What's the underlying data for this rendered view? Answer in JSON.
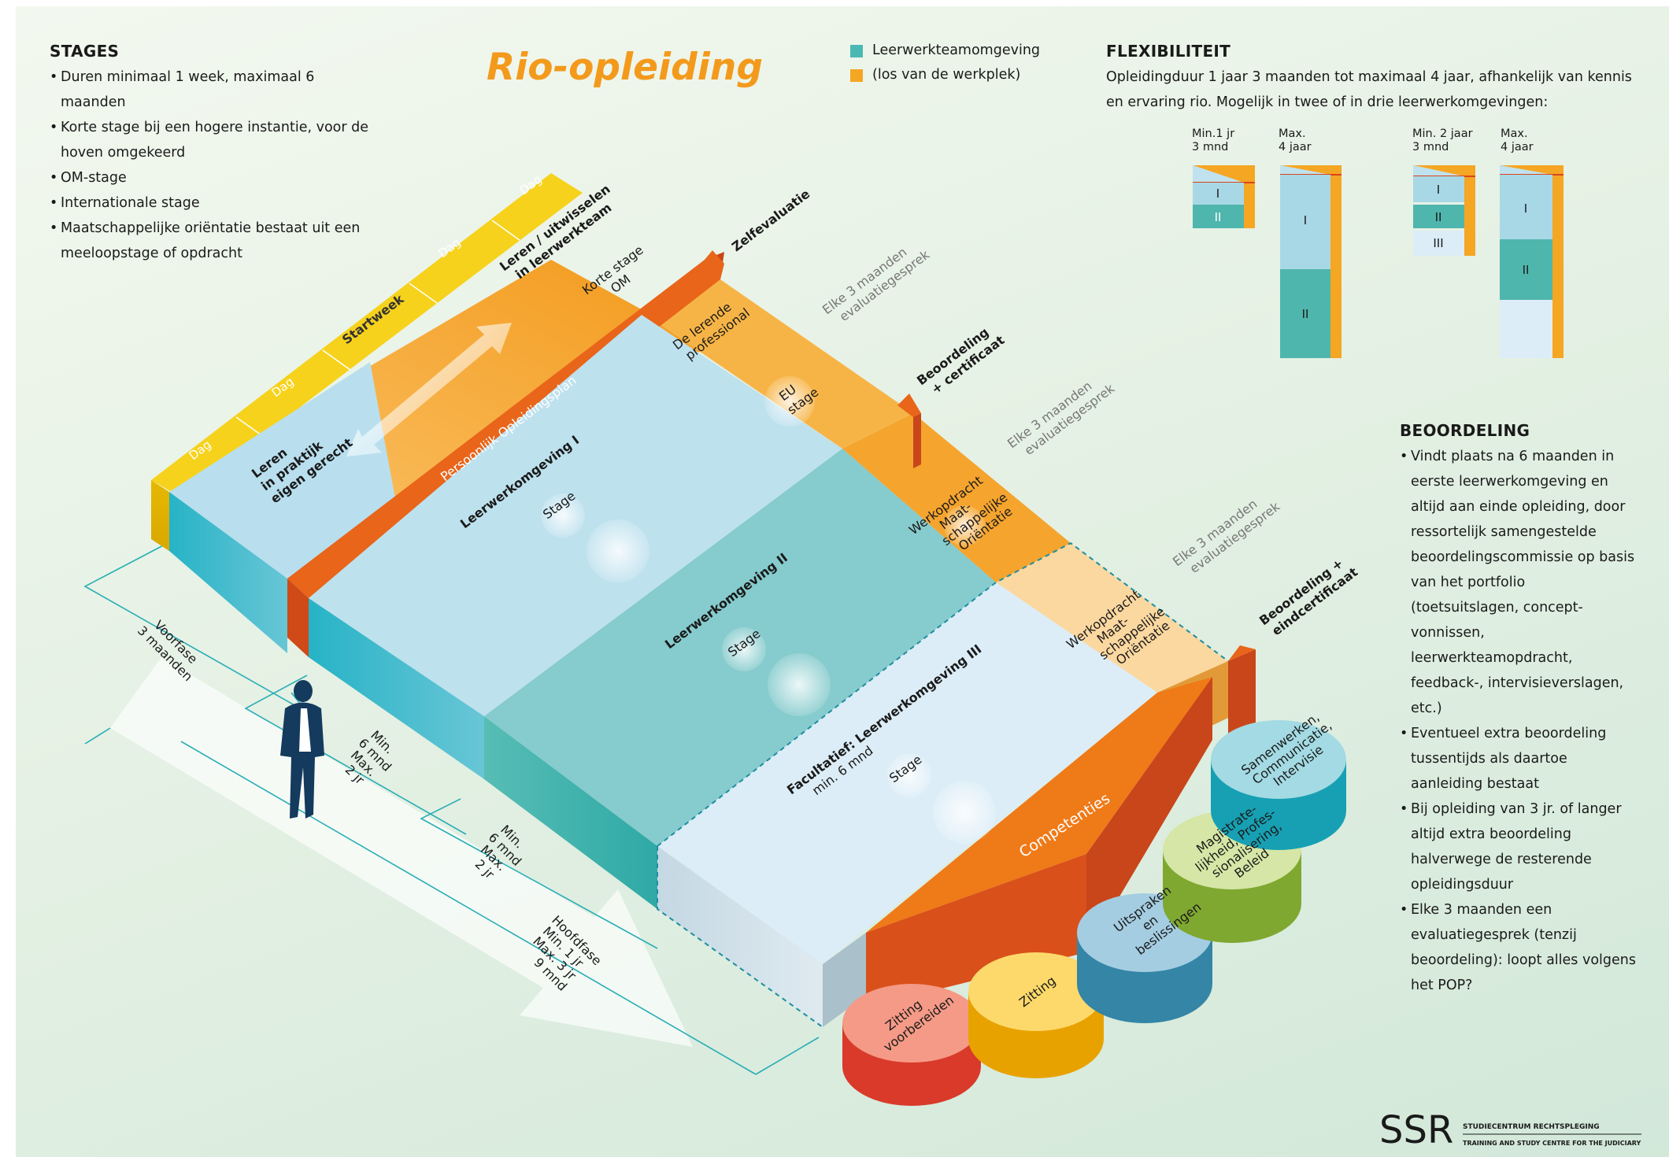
{
  "title": "Rio-opleiding",
  "legend": [
    {
      "label": "Leerwerkteamomgeving",
      "color": "#4ab8b3"
    },
    {
      "label": "(los van de werkplek)",
      "color": "#f5a623"
    }
  ],
  "stages": {
    "heading": "STAGES",
    "items": [
      "Duren minimaal 1 week, maximaal 6 maanden",
      "Korte stage bij een hogere instantie, voor de hoven omgekeerd",
      "OM-stage",
      "Internationale stage",
      "Maatschappelijke oriëntatie bestaat uit een meeloopstage of opdracht"
    ]
  },
  "flexibiliteit": {
    "heading": "FLEXIBILITEIT",
    "text": "Opleidingduur 1 jaar 3 maanden tot maximaal 4 jaar, afhankelijk van kennis en ervaring rio. Mogelijk in twee of in drie leerwerkomgevingen:",
    "columns": [
      {
        "label1": "Min.1 jr",
        "label2": "3 mnd",
        "segments": [
          "I",
          "II"
        ]
      },
      {
        "label1": "Max.",
        "label2": "4 jaar",
        "segments": [
          "I",
          "II"
        ]
      },
      {
        "label1": "Min. 2 jaar",
        "label2": "3 mnd",
        "segments": [
          "I",
          "II",
          "III"
        ]
      },
      {
        "label1": "Max.",
        "label2": "4 jaar",
        "segments": [
          "I",
          "II",
          ""
        ]
      }
    ]
  },
  "beoordeling": {
    "heading": "BEOORDELING",
    "items": [
      "Vindt plaats na 6 maanden in eerste leerwerkomgeving en altijd aan einde opleiding, door ressortelijk samengestelde beoordelingscommissie op basis van het portfolio (toetsuitslagen, concept-vonnissen, leerwerkteamopdracht, feedback-, intervisieverslagen, etc.)",
      "Eventueel extra beoordeling tussentijds als daartoe aanleiding bestaat",
      "Bij opleiding van 3 jr. of langer altijd extra beoordeling halverwege de resterende opleidingsduur",
      "Elke 3 maanden een evaluatiegesprek (tenzij beoordeling): loopt alles volgens het POP?"
    ]
  },
  "diagram": {
    "dag1": "Dag",
    "dag2": "Dag",
    "startweek": "Startweek",
    "dag3": "Dag",
    "dag4": "Dag",
    "leren_uitwisselen_1": "Leren / uitwisselen",
    "leren_uitwisselen_2": "in leerwerkteam",
    "korte_stage_1": "Korte stage",
    "korte_stage_2": "OM",
    "leren_praktijk_1": "Leren",
    "leren_praktijk_2": "in praktijk",
    "leren_praktijk_3": "eigen gerecht",
    "pop": "Persoonlijk Opleidingsplan",
    "zelfevaluatie": "Zelfevaluatie",
    "lerende_1": "De lerende",
    "lerende_2": "professional",
    "eu_1": "EU",
    "eu_2": "stage",
    "elke_1": "Elke 3  maanden",
    "elke_2": "evaluatiegesprek",
    "beoordeling_cert_1": "Beoordeling",
    "beoordeling_cert_2": "+ certificaat",
    "lwo1": "Leerwerkomgeving I",
    "lwo2": "Leerwerkomgeving II",
    "lwo3_1": "Facultatief: Leerwerkomgeving III",
    "lwo3_2": "min. 6 mnd",
    "stage": "Stage",
    "wo_1": "Werkopdracht",
    "wo_2": "Maat-",
    "wo_3": "schappelijke",
    "wo_4": "Oriëntatie",
    "eind_1": "Beoordeling +",
    "eind_2": "eindcertificaat",
    "competenties": "Competenties",
    "voorfase_1": "Voorfase",
    "voorfase_2": "3 maanden",
    "dur_1": "Min.",
    "dur_2": "6 mnd",
    "dur_3": "Max.",
    "dur_4": "2 jr",
    "hoofdfase_1": "Hoofdfase",
    "hoofdfase_2": "Min. 1 jr",
    "hoofdfase_3": "Max. 3 jr",
    "hoofdfase_4": "9 mnd"
  },
  "competencies": [
    {
      "lines": [
        "Zitting",
        "voorbereiden"
      ],
      "color": "#e8503a"
    },
    {
      "lines": [
        "Zitting"
      ],
      "color": "#f6c01e"
    },
    {
      "lines": [
        "Uitspraken",
        "en",
        "beslissingen"
      ],
      "color": "#4a9bbb"
    },
    {
      "lines": [
        "Magistrate-",
        "lijkheid, Profes-",
        "sionalisering,",
        "Beleid"
      ],
      "color": "#95bf3c"
    },
    {
      "lines": [
        "Samenwerken,",
        "Communicatie,",
        "Intervisie"
      ],
      "color": "#34b4c2"
    }
  ],
  "logo": {
    "mark": "SSR",
    "line1": "STUDIECENTRUM RECHTSPLEGING",
    "line2": "TRAINING AND STUDY CENTRE FOR THE JUDICIARY"
  }
}
